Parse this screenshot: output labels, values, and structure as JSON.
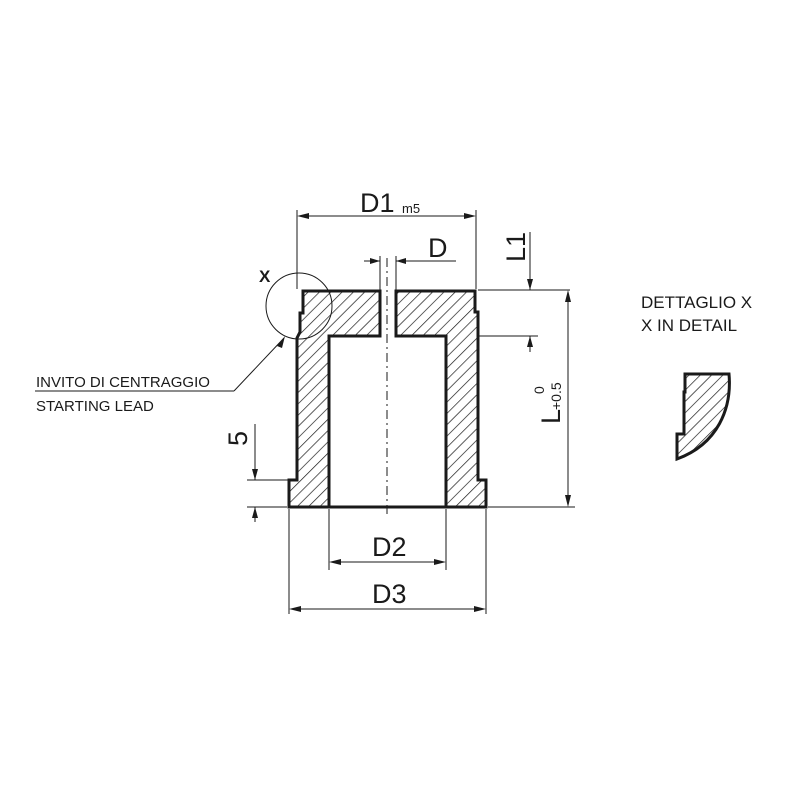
{
  "dimensions": {
    "d1": "D1",
    "d1_tolerance": "m5",
    "d": "D",
    "l1": "L1",
    "l": "L",
    "l_tol_upper": "0",
    "l_tol_lower": "+0.5",
    "five": "5",
    "d2": "D2",
    "d3": "D3"
  },
  "detail_marker": "X",
  "lead_note": {
    "line1": "INVITO DI CENTRAGGIO",
    "line2": "STARTING LEAD"
  },
  "detail_view": {
    "title_line1": "DETTAGLIO X",
    "title_line2": "X IN DETAIL"
  },
  "colors": {
    "ink": "#1a1a1a",
    "background": "#ffffff"
  }
}
